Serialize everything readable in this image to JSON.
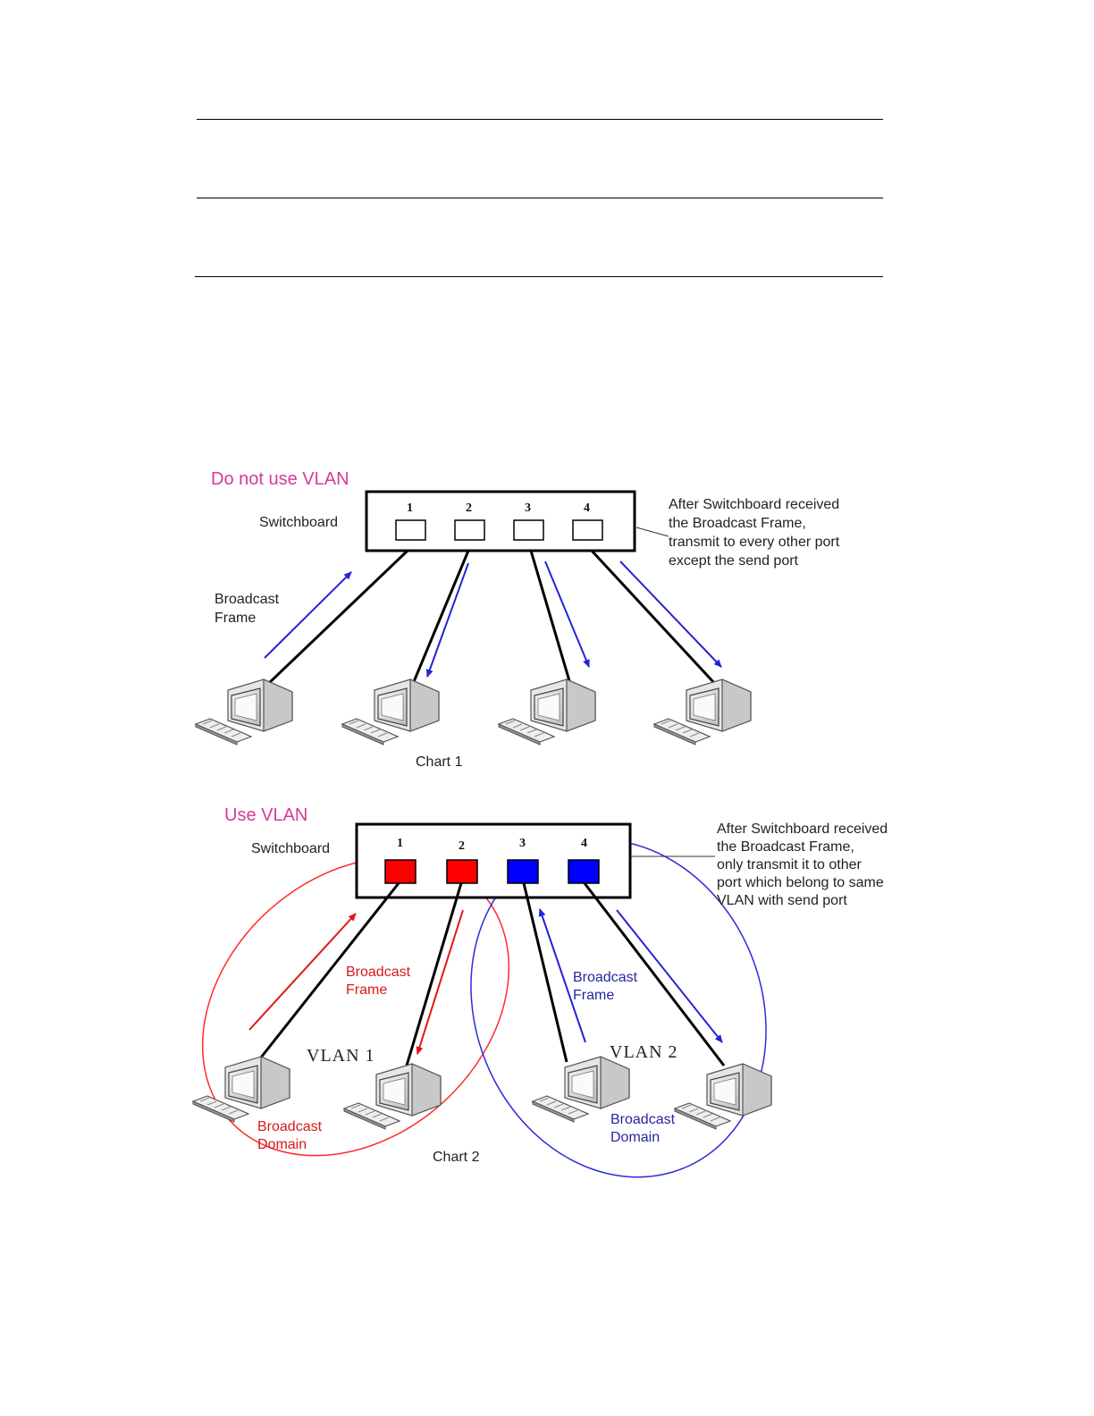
{
  "chart1": {
    "title": "Do not use VLAN",
    "switch_label": "Switchboard",
    "ports": [
      "1",
      "2",
      "3",
      "4"
    ],
    "note": [
      "After Switchboard received",
      "the Broadcast Frame,",
      "transmit to every other port",
      "except the send port"
    ],
    "frame_label": [
      "Broadcast",
      "Frame"
    ],
    "caption": "Chart  1"
  },
  "chart2": {
    "title": "Use VLAN",
    "switch_label": "Switchboard",
    "ports": [
      "1",
      "2",
      "3",
      "4"
    ],
    "note": [
      "After Switchboard received",
      "the Broadcast Frame,",
      "only transmit it to other",
      "port which belong to same",
      "VLAN with send port"
    ],
    "frame_label_red": [
      "Broadcast",
      "Frame"
    ],
    "frame_label_blue": [
      "Broadcast",
      "Frame"
    ],
    "vlan1": "VLAN 1",
    "vlan2": "VLAN 2",
    "domain_red": [
      "Broadcast",
      "Domain"
    ],
    "domain_blue": [
      "Broadcast",
      "Domain"
    ],
    "caption": "Chart  2"
  },
  "colors": {
    "title": "#d6399a",
    "vlan1": "#ff2020",
    "vlan2": "#1010e0",
    "arrow": "#2323d6"
  }
}
